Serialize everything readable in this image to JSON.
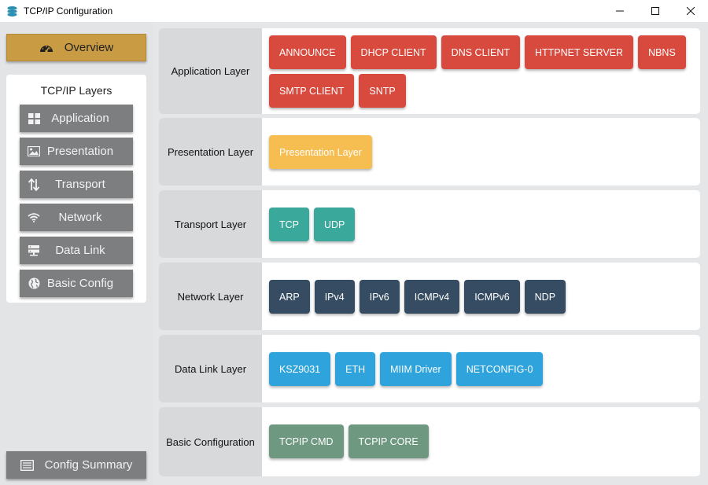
{
  "window": {
    "title": "TCP/IP Configuration",
    "controls": [
      "minimize",
      "maximize",
      "close"
    ]
  },
  "sidebar": {
    "overview_label": "Overview",
    "layers_title": "TCP/IP Layers",
    "items": [
      {
        "label": "Application",
        "icon": "grid-icon"
      },
      {
        "label": "Presentation",
        "icon": "image-icon"
      },
      {
        "label": "Transport",
        "icon": "up-down-arrows-icon"
      },
      {
        "label": "Network",
        "icon": "wifi-icon"
      },
      {
        "label": "Data Link",
        "icon": "server-icon"
      },
      {
        "label": "Basic Config",
        "icon": "globe-icon"
      }
    ],
    "summary_label": "Config Summary"
  },
  "layers": [
    {
      "label": "Application Layer",
      "color": "#d94a3e",
      "modules": [
        "ANNOUNCE",
        "DHCP CLIENT",
        "DNS CLIENT",
        "HTTPNET SERVER",
        "NBNS",
        "SMTP CLIENT",
        "SNTP"
      ]
    },
    {
      "label": "Presentation Layer",
      "color": "#f6bd50",
      "modules": [
        "Presentation Layer"
      ]
    },
    {
      "label": "Transport Layer",
      "color": "#3aa89a",
      "modules": [
        "TCP",
        "UDP"
      ]
    },
    {
      "label": "Network Layer",
      "color": "#354c62",
      "modules": [
        "ARP",
        "IPv4",
        "IPv6",
        "ICMPv4",
        "ICMPv6",
        "NDP"
      ]
    },
    {
      "label": "Data Link Layer",
      "color": "#2ea3dc",
      "modules": [
        "KSZ9031",
        "ETH",
        "MIIM Driver",
        "NETCONFIG-0"
      ]
    },
    {
      "label": "Basic Configuration",
      "color": "#6e9880",
      "modules": [
        "TCPIP CMD",
        "TCPIP CORE"
      ]
    }
  ]
}
